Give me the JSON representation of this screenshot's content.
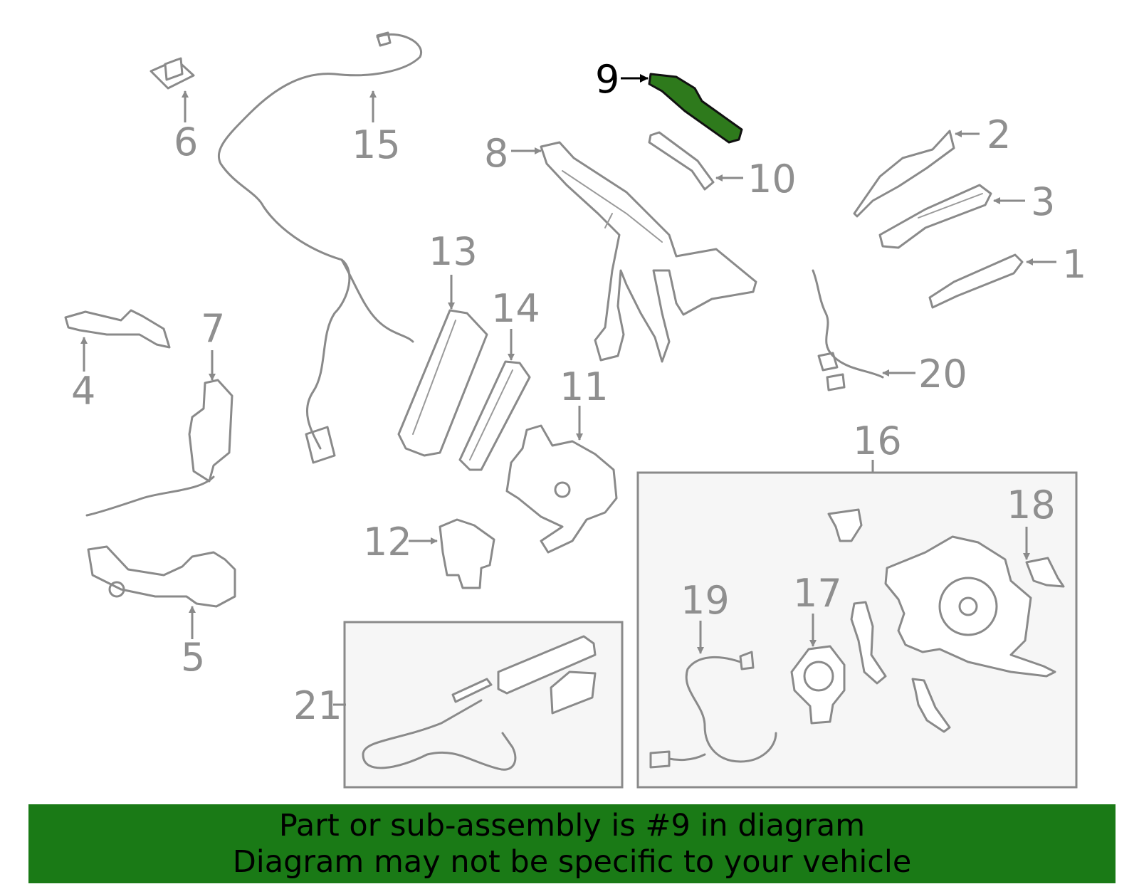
{
  "callouts": {
    "c1": "1",
    "c2": "2",
    "c3": "3",
    "c4": "4",
    "c5": "5",
    "c6": "6",
    "c7": "7",
    "c8": "8",
    "c9": "9",
    "c10": "10",
    "c11": "11",
    "c12": "12",
    "c13": "13",
    "c14": "14",
    "c15": "15",
    "c16": "16",
    "c17": "17",
    "c18": "18",
    "c19": "19",
    "c20": "20",
    "c21": "21"
  },
  "highlight": {
    "part": "9",
    "color": "#2e7a1c"
  },
  "banner": {
    "line1": "Part or sub-assembly is #9 in diagram",
    "line2": "Diagram may not be specific to your vehicle",
    "background": "#1a7a16"
  }
}
